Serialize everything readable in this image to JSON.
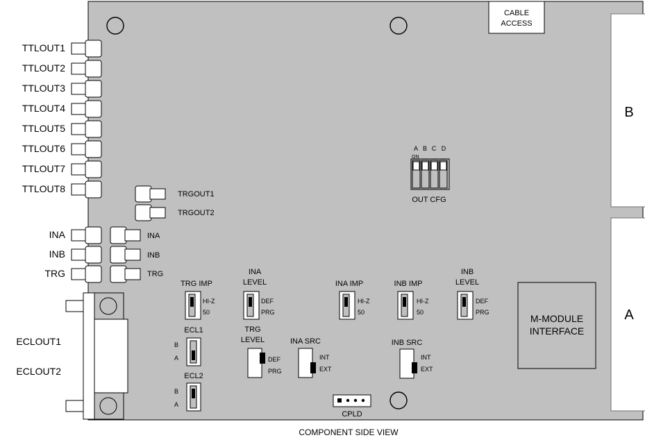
{
  "cable_access": {
    "line1": "CABLE",
    "line2": "ACCESS"
  },
  "slot_b": "B",
  "slot_a": "A",
  "ttl_outputs": [
    "TTLOUT1",
    "TTLOUT2",
    "TTLOUT3",
    "TTLOUT4",
    "TTLOUT5",
    "TTLOUT6",
    "TTLOUT7",
    "TTLOUT8"
  ],
  "trig_outputs": [
    "TRGOUT1",
    "TRGOUT2"
  ],
  "inputs_left": [
    "INA",
    "INB",
    "TRG"
  ],
  "inputs_right": [
    "INA",
    "INB",
    "TRG"
  ],
  "dip_switch": {
    "letters": [
      "A",
      "B",
      "C",
      "D"
    ],
    "on_label": "ON",
    "label": "OUT CFG"
  },
  "jumpers": {
    "trg_imp": {
      "title": "TRG IMP",
      "top": "HI-Z",
      "bottom": "50"
    },
    "ina_level": {
      "title1": "INA",
      "title2": "LEVEL",
      "top": "DEF",
      "bottom": "PRG"
    },
    "ina_imp": {
      "title": "INA IMP",
      "top": "HI-Z",
      "bottom": "50"
    },
    "inb_imp": {
      "title": "INB IMP",
      "top": "HI-Z",
      "bottom": "50"
    },
    "inb_level": {
      "title1": "INB",
      "title2": "LEVEL",
      "top": "DEF",
      "bottom": "PRG"
    },
    "ecl1": {
      "title": "ECL1",
      "top": "B",
      "bottom": "A"
    },
    "ecl2": {
      "title": "ECL2",
      "top": "B",
      "bottom": "A"
    },
    "trg_level": {
      "title1": "TRG",
      "title2": "LEVEL",
      "top": "DEF",
      "bottom": "PRG"
    },
    "ina_src": {
      "title": "INA SRC",
      "top": "INT",
      "bottom": "EXT"
    },
    "inb_src": {
      "title": "INB SRC",
      "top": "INT",
      "bottom": "EXT"
    }
  },
  "ecl_outputs": [
    "ECLOUT1",
    "ECLOUT2"
  ],
  "cpld": "CPLD",
  "m_module": {
    "line1": "M-MODULE",
    "line2": "INTERFACE"
  },
  "caption": "COMPONENT SIDE VIEW",
  "colors": {
    "board": "#c0c0c0",
    "stroke": "#000000",
    "white": "#ffffff",
    "slot_border": "#707070"
  }
}
